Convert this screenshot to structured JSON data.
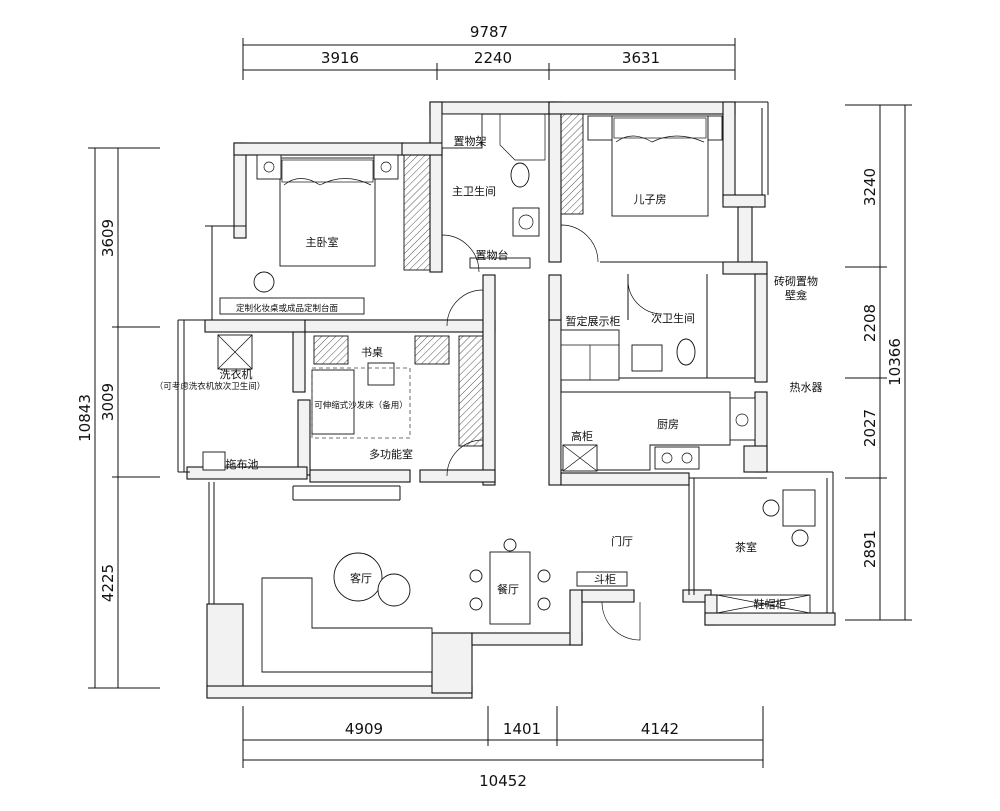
{
  "dimensions": {
    "top_total": "9787",
    "top_1": "3916",
    "top_2": "2240",
    "top_3": "3631",
    "bottom_total": "10452",
    "bottom_1": "4909",
    "bottom_2": "1401",
    "bottom_3": "4142",
    "left_total": "10843",
    "left_1": "3609",
    "left_2": "3009",
    "left_3": "4225",
    "right_total": "10366",
    "right_1": "3240",
    "right_2": "2208",
    "right_3": "2027",
    "right_4": "2891"
  },
  "rooms": {
    "master_bedroom": "主卧室",
    "dresser_note": "定制化妆桌或成品定制台面",
    "shelf": "置物架",
    "master_bath": "主卫生间",
    "counter": "置物台",
    "kids_room": "儿子房",
    "brick_niche_1": "砖砌置物",
    "brick_niche_2": "壁龛",
    "display_cabinet": "暂定展示柜",
    "second_bath": "次卫生间",
    "water_heater": "热水器",
    "kitchen": "厨房",
    "tall_cabinet": "高柜",
    "washer": "洗衣机",
    "washer_note": "（可考虑洗衣机放次卫生间）",
    "mop_sink": "拖布池",
    "desk": "书桌",
    "sofa_bed": "可伸缩式沙发床（备用）",
    "multi_room": "多功能室",
    "living_room": "客厅",
    "dining_room": "餐厅",
    "foyer": "门厅",
    "cabinet": "斗柜",
    "tea_room": "茶室",
    "shoe_cabinet": "鞋帽柜"
  }
}
